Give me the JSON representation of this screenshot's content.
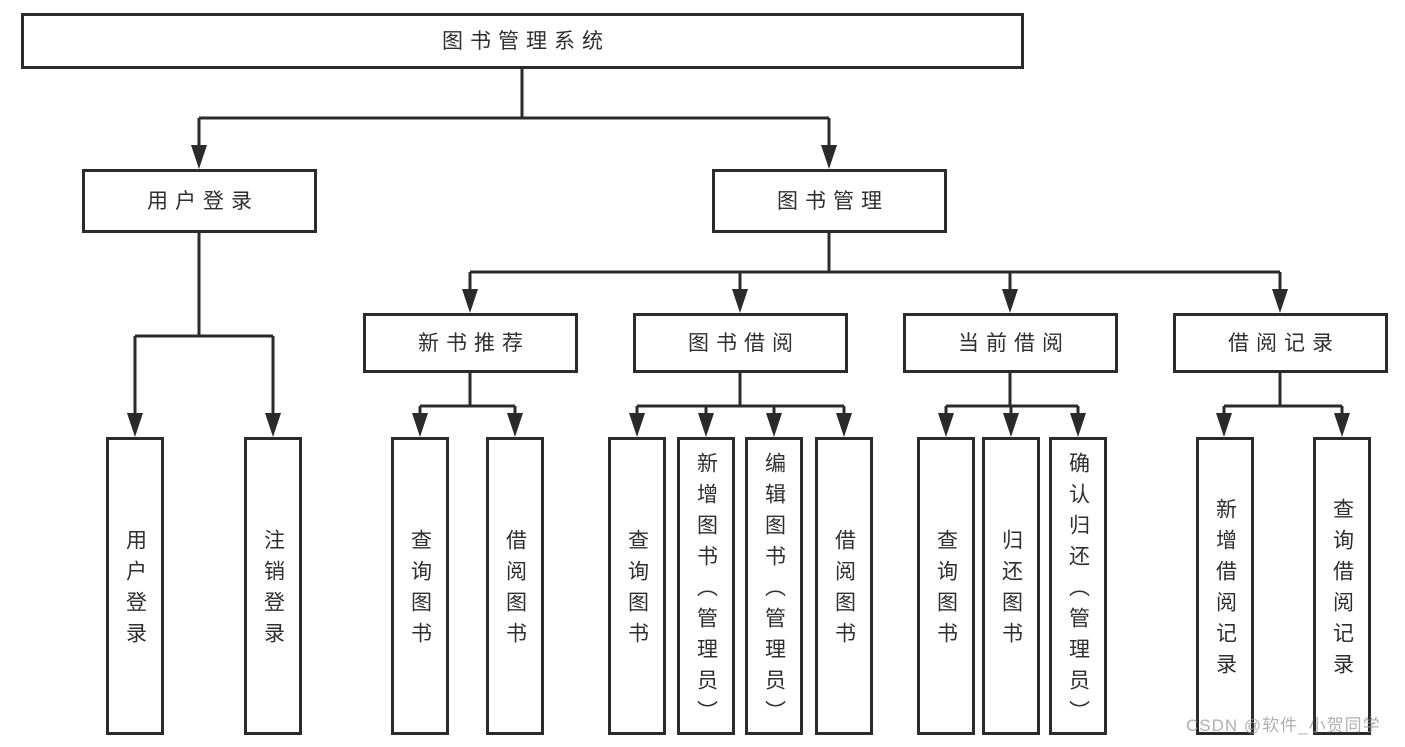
{
  "diagram_title": "图书管理系统",
  "colors": {
    "line": "#2b2b2b",
    "box_background": "#ffffff",
    "text": "#2f2f2f",
    "watermark": "#969696"
  },
  "watermark": "CSDN @软件_小贺同学",
  "tree": {
    "label": "图书管理系统",
    "children": [
      {
        "label": "用户登录",
        "children": [
          {
            "label": "用户登录"
          },
          {
            "label": "注销登录"
          }
        ]
      },
      {
        "label": "图书管理",
        "children": [
          {
            "label": "新书推荐",
            "children": [
              {
                "label": "查询图书"
              },
              {
                "label": "借阅图书"
              }
            ]
          },
          {
            "label": "图书借阅",
            "children": [
              {
                "label": "查询图书"
              },
              {
                "label": "新增图书（管理员）"
              },
              {
                "label": "编辑图书（管理员）"
              },
              {
                "label": "借阅图书"
              }
            ]
          },
          {
            "label": "当前借阅",
            "children": [
              {
                "label": "查询图书"
              },
              {
                "label": "归还图书"
              },
              {
                "label": "确认归还（管理员）"
              }
            ]
          },
          {
            "label": "借阅记录",
            "children": [
              {
                "label": "新增借阅记录"
              },
              {
                "label": "查询借阅记录"
              }
            ]
          }
        ]
      }
    ]
  }
}
